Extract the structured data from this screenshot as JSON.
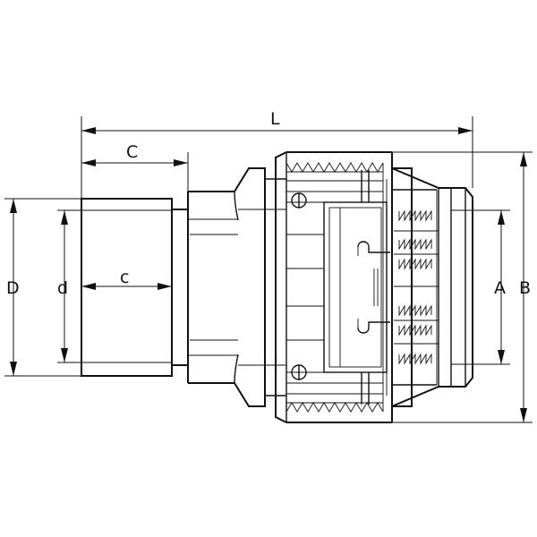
{
  "labels": {
    "L": "L",
    "C": "C",
    "c": "c",
    "D": "D",
    "d": "d",
    "A": "A",
    "B": "B"
  }
}
